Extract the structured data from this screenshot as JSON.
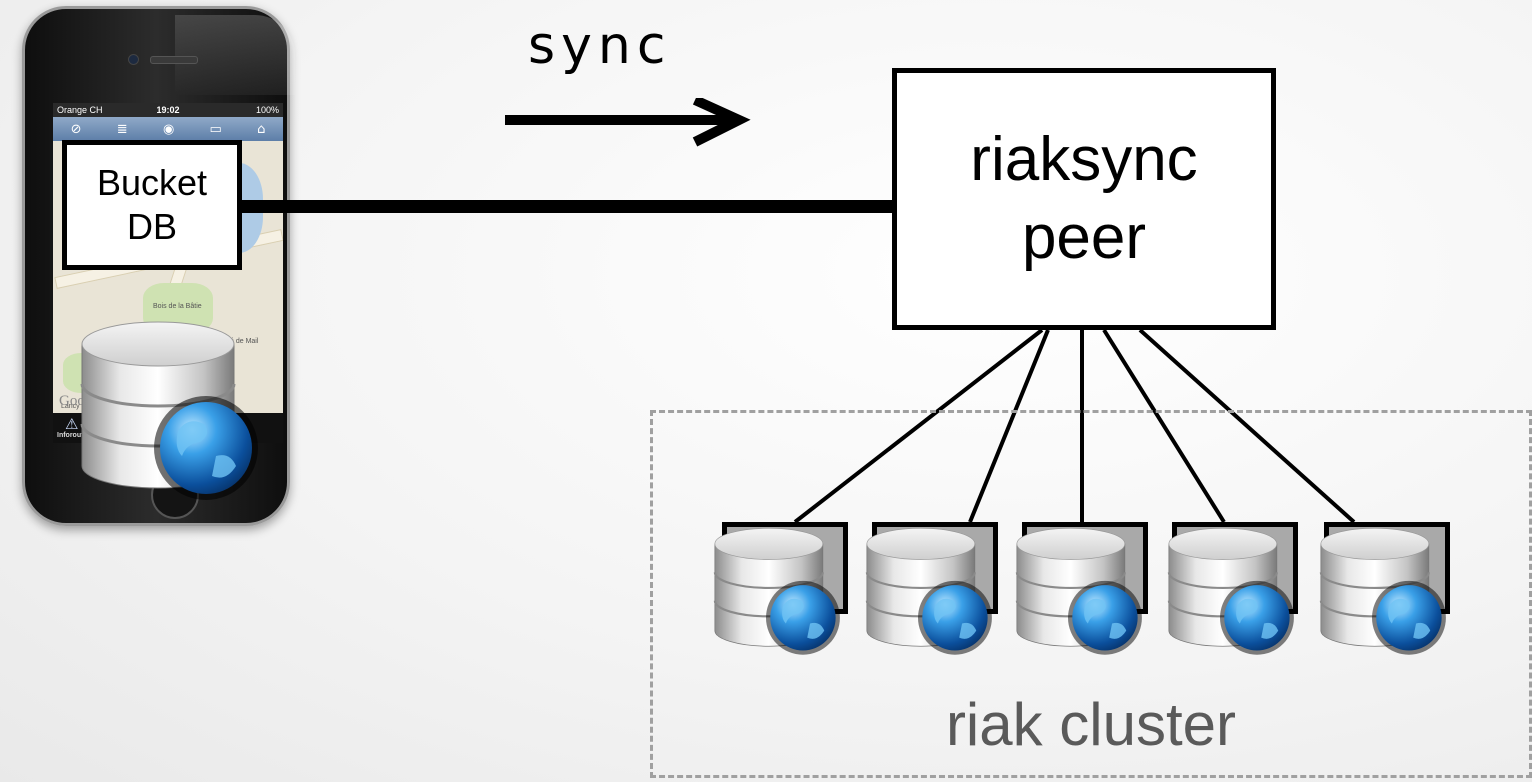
{
  "phone": {
    "carrier": "Orange CH",
    "time": "19:02",
    "battery": "100%",
    "map_label_1": "Bois de la Bâtie",
    "map_label_2": "sité de Mail",
    "map_label_3": "Lancy",
    "map_google": "Goog",
    "tab_label": "Inforout"
  },
  "bucket": {
    "line1": "Bucket",
    "line2": "DB"
  },
  "sync": {
    "label": "sync"
  },
  "peer": {
    "line1": "riaksync",
    "line2": "peer"
  },
  "cluster": {
    "label": "riak cluster",
    "node_count": 5
  }
}
